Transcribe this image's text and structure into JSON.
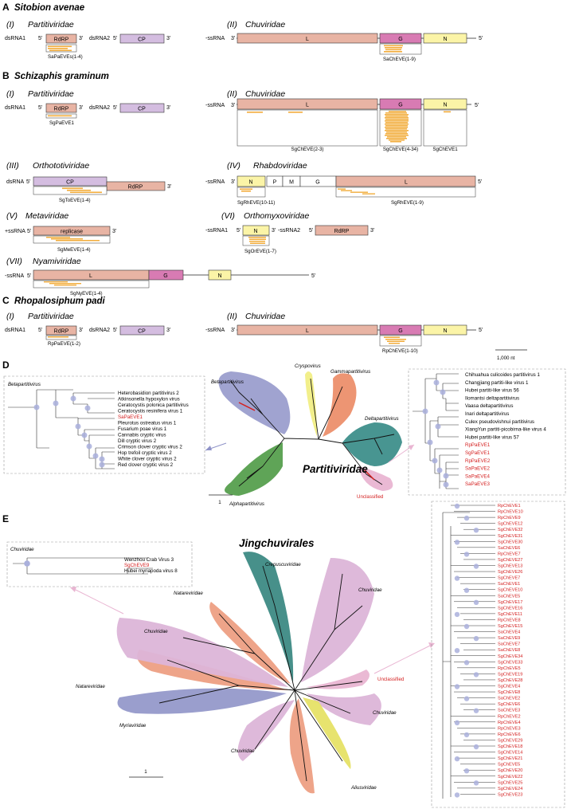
{
  "panels": {
    "A": "A",
    "B": "B",
    "C": "C",
    "D": "D",
    "E": "E"
  },
  "species": {
    "A": "Sitobion avenae",
    "B": "Schizaphis graminum",
    "C": "Rhopalosiphum padi"
  },
  "romans": {
    "i": "(I)",
    "ii": "(II)",
    "iii": "(III)",
    "iv": "(IV)",
    "v": "(V)",
    "vi": "(VI)",
    "vii": "(VII)"
  },
  "families": {
    "partiti": "Partitiviridae",
    "chuvi": "Chuviridae",
    "orthoto": "Orthototiviridae",
    "rhabdo": "Rhabdoviridae",
    "meta": "Metaviridae",
    "orthomyxo": "Orthomyxoviridae",
    "nyami": "Nyamiviridae"
  },
  "rna": {
    "dsRNA1": "dsRNA1",
    "dsRNA2": "dsRNA2",
    "dsRNA": "dsRNA",
    "ssneg": "-ssRNA",
    "sspos": "+ssRNA",
    "ssneg1": "-ssRNA1",
    "ssneg2": "-ssRNA2",
    "p5": "5'",
    "p3": "3'"
  },
  "genes": {
    "RdRP": "RdRP",
    "CP": "CP",
    "L": "L",
    "G": "G",
    "N": "N",
    "P": "P",
    "M": "M",
    "replicase": "replicase"
  },
  "eve": {
    "SaPaEVEs": "SaPaEVEs(1-4)",
    "SaChEVE": "SaChEVE(1-9)",
    "SgPaEVE1": "SgPaEVE1",
    "SgChEVE23": "SgChEVE(2-3)",
    "SgChEVE434": "SgChEVE(4-34)",
    "SgChEVE1": "SgChEVE1",
    "SgToEVE": "SgToEVE(1-4)",
    "SgRhEVE1011": "SgRhEVE(10-11)",
    "SgRhEVE19": "SgRhEVE(1-9)",
    "SgMeEVE": "SgMeEVE(1-4)",
    "SgOrEVE": "SgOrEVE(1-7)",
    "SgNyEVE": "SgNyEVE(1-4)",
    "RpPaEVE": "RpPaEVE(1-2)",
    "RpChEVE": "RpChEVE(1-10)"
  },
  "scale_nt": "1,000 nt",
  "scale_tree": "1",
  "tree_d": {
    "title": "Partitiviridae",
    "clades": {
      "beta": "Betapartitivirus",
      "crysp": "Cryspovirus",
      "gamma": "Gammapartitivirus",
      "delta": "Deltapartitivirus",
      "alpha": "Alphapartitivirus",
      "unclass": "Unclassified"
    },
    "inset_left_title": "Betapartitivirus",
    "left_taxa": [
      {
        "name": "Heterobasidion partitivirus 2",
        "red": false
      },
      {
        "name": "Atkinsonella hypoxylon virus",
        "red": false
      },
      {
        "name": "Ceratocystis polonica partitivirus",
        "red": false
      },
      {
        "name": "Ceratocystis resinifera virus 1",
        "red": false
      },
      {
        "name": "SaPaEVE1",
        "red": true
      },
      {
        "name": "Pleurotus ostreatus virus 1",
        "red": false
      },
      {
        "name": "Fusarium poae virus 1",
        "red": false
      },
      {
        "name": "Cannabis cryptic virus",
        "red": false
      },
      {
        "name": "Dill cryptic virus 2",
        "red": false
      },
      {
        "name": "Crimson clover cryptic virus 2",
        "red": false
      },
      {
        "name": "Hop trefoil cryptic virus 2",
        "red": false
      },
      {
        "name": "White clover cryptic virus 2",
        "red": false
      },
      {
        "name": "Red clover cryptic virus 2",
        "red": false
      }
    ],
    "right_taxa": [
      {
        "name": "Chihuahua culicoides partitivirus 1",
        "red": false
      },
      {
        "name": "Changjiang partiti-like virus 1",
        "red": false
      },
      {
        "name": "Hubei partiti-like virus 56",
        "red": false
      },
      {
        "name": "Ilomantsi deltapartitivirus",
        "red": false
      },
      {
        "name": "Vaasa deltapartitivirus",
        "red": false
      },
      {
        "name": "Inari deltapartitivirus",
        "red": false
      },
      {
        "name": "Culex pseudovishnui partitivirus",
        "red": false
      },
      {
        "name": "XiangYun partiti-picobirna-like virus 4",
        "red": false
      },
      {
        "name": "Hubei partiti-like virus 57",
        "red": false
      },
      {
        "name": "RpPaEVE1",
        "red": true
      },
      {
        "name": "SgPaEVE1",
        "red": true
      },
      {
        "name": "RpPaEVE2",
        "red": true
      },
      {
        "name": "SaPaEVE2",
        "red": true
      },
      {
        "name": "SaPaEVE4",
        "red": true
      },
      {
        "name": "SaPaEVE3",
        "red": true
      }
    ]
  },
  "tree_e": {
    "title": "Jingchuvirales",
    "clades": {
      "crep": "Crepuscuviridae",
      "natare1": "Natareviridae",
      "chuvi_top": "Chuviridae",
      "chuvi_left": "Chuviridae",
      "natare2": "Natareviridae",
      "myria": "Myriaviridae",
      "chuvi_mid": "Chuviridae",
      "chuvi_right": "Chuviridae",
      "unclass": "Unclassified",
      "aliu": "Aliusviridae"
    },
    "inset_title": "Chuviridae",
    "inset_taxa": [
      {
        "name": "Wenzhou Crab Virus 3",
        "red": false
      },
      {
        "name": "SgChEVE9",
        "red": true
      },
      {
        "name": "Hubei myriapoda virus 8",
        "red": false
      }
    ],
    "right_taxa": [
      "RpChEVE1",
      "RpChEVE10",
      "RpChEVE9",
      "SgChEVE12",
      "SgChEVE32",
      "SgChEVE31",
      "SgChEVE30",
      "SaChEVE6",
      "RpChEVE7",
      "SgChEVE27",
      "SgChEVE13",
      "SgChEVE26",
      "SgChEVE7",
      "SaChEVE1",
      "SgChEVE10",
      "SaChEVE5",
      "SgChEVE17",
      "SgChEVE16",
      "SgChEVE11",
      "RpChEVE8",
      "SgChEVE15",
      "SaChEVE4",
      "SaChEVE9",
      "SaChEVE7",
      "SaChEVE8",
      "SgChEVE34",
      "SgChEVE33",
      "RpChEVE5",
      "SgChEVE19",
      "SgChEVE28",
      "SgChEVE4",
      "SgChEVE8",
      "SaChEVE2",
      "SgChEVE6",
      "SaChEVE3",
      "RpChEVE2",
      "RpChEVE4",
      "RpChEVE3",
      "RpChEVE6",
      "SgChEVE29",
      "SgChEVE18",
      "SgChEVE14",
      "SgChEVE21",
      "SgChEVE5",
      "SgChEVE20",
      "SgChEVE22",
      "SgChEVE25",
      "SgChEVE24",
      "SgChEVE23"
    ]
  },
  "colors": {
    "rdrp": "#e8b4a4",
    "cp": "#d4bde0",
    "l": "#e8b4a4",
    "g": "#d87bb3",
    "n": "#fbf4a7",
    "eve": "#f2ac3b",
    "beta": "#8f93c8",
    "alpha": "#4e9a45",
    "gamma": "#ec8f6c",
    "crysp": "#f1ee85",
    "delta": "#3e8f8b",
    "pink": "#e9b5d2",
    "chuvi": "#dcb5d8",
    "natare": "#ec9a7c",
    "myria": "#8f93c8",
    "crep": "#3d8a84",
    "aliu": "#e6e266",
    "node": "#aab0dc",
    "red": "#d42020"
  }
}
